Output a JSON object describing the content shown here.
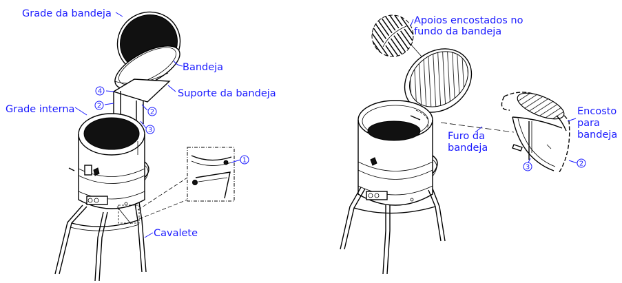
{
  "left_figure": {
    "labels": {
      "grade_da_bandeja": "Grade da bandeja",
      "bandeja": "Bandeja",
      "suporte_da_bandeja": "Suporte da bandeja",
      "grade_interna": "Grade interna",
      "cavalete": "Cavalete"
    },
    "callouts": {
      "c4": "4",
      "c2a": "2",
      "c2b": "2",
      "c3": "3",
      "c1": "1"
    }
  },
  "right_figure": {
    "labels": {
      "apoios_line1": "Apoios encostados no",
      "apoios_line2": "fundo da bandeja",
      "furo_line1": "Furo da",
      "furo_line2": "bandeja",
      "encosto_line1": "Encosto",
      "encosto_line2": "para",
      "encosto_line3": "bandeja"
    },
    "callouts": {
      "c3": "3",
      "c2": "2"
    }
  },
  "colors": {
    "label": "#1a1aff",
    "line": "#000000"
  },
  "icons": [
    "tray-grid-illustration",
    "fryer-pot-illustration",
    "stand-illustration",
    "detail-zoom-illustration"
  ]
}
